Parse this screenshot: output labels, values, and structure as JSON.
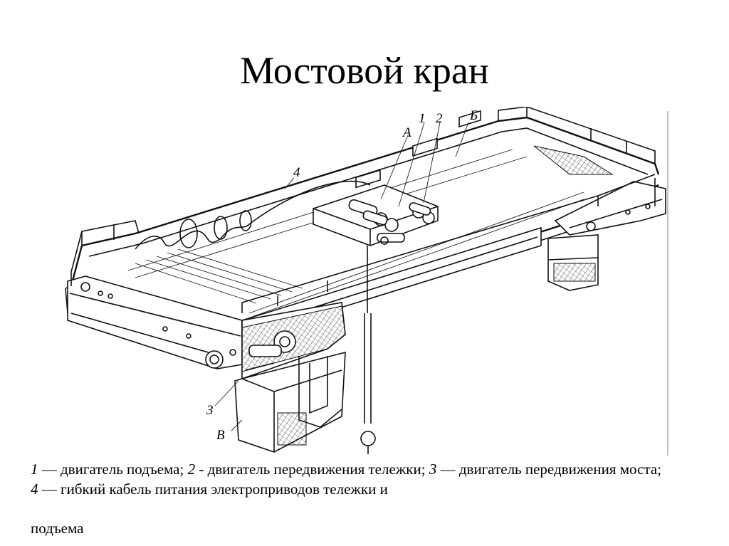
{
  "slide": {
    "title": "Мостовой кран"
  },
  "figure": {
    "callouts": {
      "one": "1",
      "two": "2",
      "three": "3",
      "four": "4",
      "a": "А",
      "b": "Б",
      "v": "В"
    }
  },
  "caption": {
    "n1": "1",
    "t1": " — двигатель подъема; ",
    "n2": "2",
    "t2": " - двигатель передвижения тележки; ",
    "n3": "3",
    "t3": " — двигатель передвижения моста; ",
    "n4": "4",
    "t4": " — гибкий кабель питания электроприводов тележки и",
    "tail": "подъема"
  }
}
